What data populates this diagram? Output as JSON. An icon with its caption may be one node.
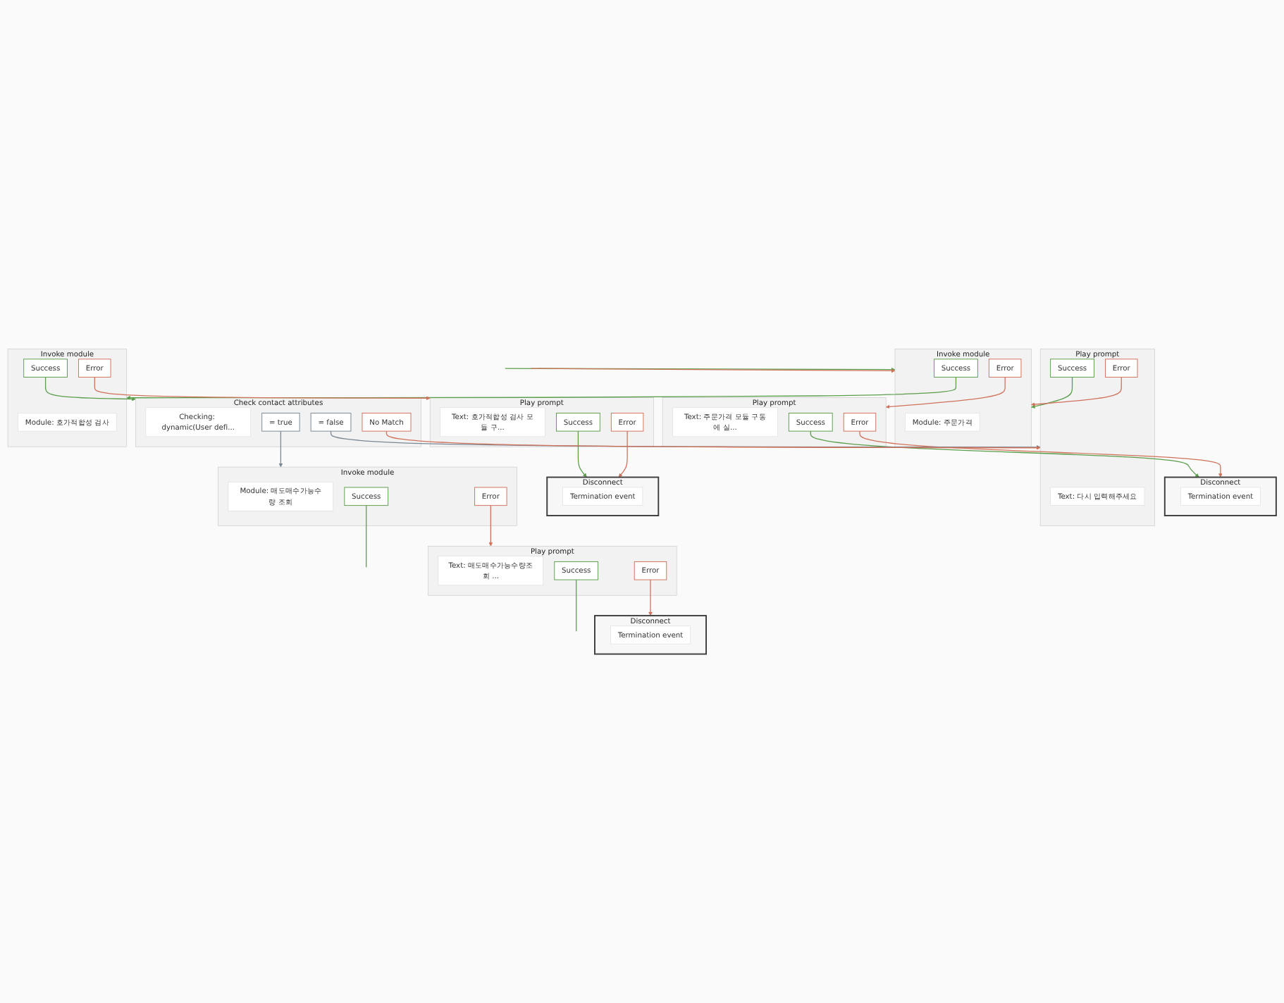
{
  "diagram": {
    "nodes": [
      {
        "text": [
          "Invoke module"
        ]
      },
      {
        "text": [
          "Module: 주문가격"
        ],
        "in": 0
      },
      {
        "text": [
          "Success"
        ],
        "in": 0
      },
      {
        "text": [
          "Error"
        ],
        "in": 0
      },
      {
        "text": [
          "Play prompt"
        ]
      },
      {
        "text": [
          "Text: 주문가격 모듈 구동에 실..."
        ],
        "in": 4
      },
      {
        "text": [
          "Success"
        ],
        "in": 4
      },
      {
        "text": [
          "Error"
        ],
        "in": 4
      },
      {
        "text": [
          "Disconnect"
        ]
      },
      {
        "text": [
          "Termination event"
        ],
        "in": 8
      },
      {
        "text": [
          "Invoke module"
        ]
      },
      {
        "text": [
          "Module: 호가적합성 검사"
        ],
        "in": 10
      },
      {
        "text": [
          "Success"
        ],
        "in": 10
      },
      {
        "text": [
          "Error"
        ],
        "in": 10
      },
      {
        "text": [
          "Play prompt"
        ]
      },
      {
        "text": [
          "Text: 호가적합성 검사 모듈 구..."
        ],
        "in": 14
      },
      {
        "text": [
          "Success"
        ],
        "in": 14
      },
      {
        "text": [
          "Error"
        ],
        "in": 14
      },
      {
        "text": [
          "Disconnect"
        ]
      },
      {
        "text": [
          "Termination event"
        ],
        "in": 18
      },
      {
        "text": [
          "Check contact attributes"
        ]
      },
      {
        "text": [
          "Checking: dynamic(User defi..."
        ],
        "in": 20
      },
      {
        "text": [
          "= true"
        ],
        "in": 20
      },
      {
        "text": [
          "= false"
        ],
        "in": 20
      },
      {
        "text": [
          "No Match"
        ],
        "in": 20
      },
      {
        "text": [
          "Play prompt"
        ]
      },
      {
        "text": [
          "Text: 다시 입력해주세요"
        ],
        "in": 25
      },
      {
        "text": [
          "Success"
        ],
        "in": 25
      },
      {
        "text": [
          "Error"
        ],
        "in": 25
      },
      {
        "text": [
          "Invoke module"
        ]
      },
      {
        "text": [
          "Module: 매도매수가능수량 조회"
        ],
        "in": 29
      },
      {
        "text": [
          "Success"
        ],
        "in": 29
      },
      {
        "text": [
          "Error"
        ],
        "in": 29
      },
      {
        "text": [
          "Play prompt"
        ]
      },
      {
        "text": [
          "Text: 매도매수가능수량조회 ..."
        ],
        "in": 33
      },
      {
        "text": [
          "Success"
        ],
        "in": 33
      },
      {
        "text": [
          "Error"
        ],
        "in": 33
      },
      {
        "text": [
          "Disconnect"
        ]
      },
      {
        "text": [
          "Termination event"
        ],
        "in": 37
      }
    ],
    "edges": [
      {
        "from": null,
        "to": 0,
        "arrow": "to",
        "color": "#5a9e4b"
      },
      {
        "from": null,
        "to": 0,
        "arrow": "to"
      },
      {
        "from": 2,
        "to": 10,
        "arrow": "to",
        "color": "#5a9e4b"
      },
      {
        "from": 3,
        "to": 4,
        "arrow": "to"
      },
      {
        "from": 6,
        "to": 8,
        "arrow": "to",
        "color": "#5a9e4b"
      },
      {
        "from": 7,
        "to": 8,
        "arrow": "to"
      },
      {
        "from": 12,
        "to": 20,
        "arrow": "to",
        "color": "#5a9e4b"
      },
      {
        "from": 13,
        "to": 14,
        "arrow": "to"
      },
      {
        "from": 16,
        "to": 18,
        "arrow": "to",
        "color": "#5a9e4b"
      },
      {
        "from": 17,
        "to": 18,
        "arrow": "to"
      },
      {
        "from": 22,
        "to": 29,
        "arrow": "to",
        "color": "#7a8794"
      },
      {
        "from": 23,
        "to": 25,
        "arrow": "to",
        "color": "#7a8794"
      },
      {
        "from": 24,
        "to": 25,
        "arrow": "to"
      },
      {
        "from": 27,
        "to": 0,
        "arrow": "to",
        "color": "#5a9e4b"
      },
      {
        "from": 28,
        "to": 0,
        "arrow": "to"
      },
      {
        "from": 31,
        "to": null,
        "arrow": "none",
        "color": "#5a9e4b"
      },
      {
        "from": 32,
        "to": 33,
        "arrow": "to"
      },
      {
        "from": 35,
        "to": null,
        "arrow": "none",
        "color": "#5a9e4b"
      },
      {
        "from": 36,
        "to": 37,
        "arrow": "to"
      }
    ]
  }
}
